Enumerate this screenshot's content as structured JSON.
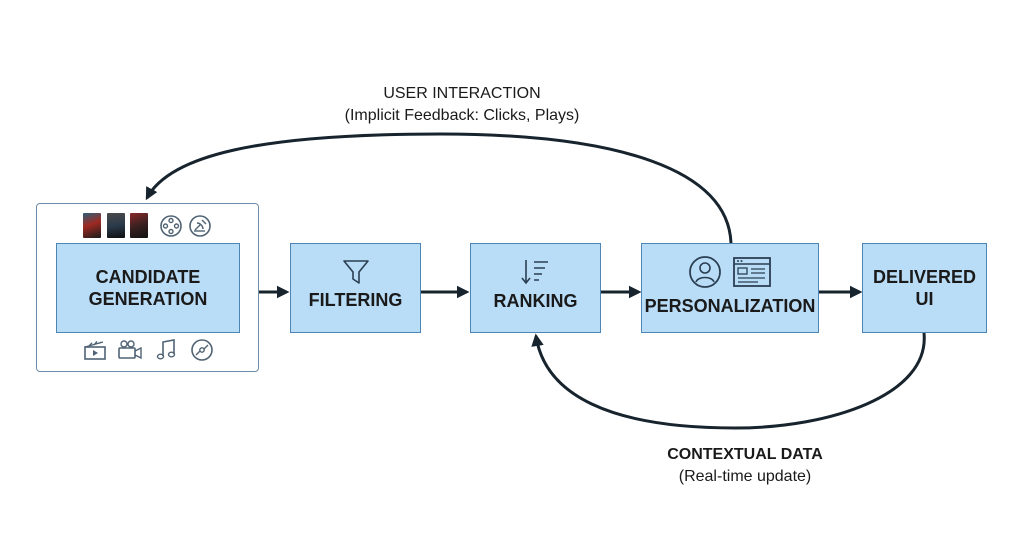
{
  "diagram": {
    "nodes": {
      "candidate_generation": {
        "line1": "CANDIDATE",
        "line2": "GENERATION"
      },
      "filtering": {
        "label": "FILTERING"
      },
      "ranking": {
        "label": "RANKING"
      },
      "personalization": {
        "label": "PERSONALIZATION"
      },
      "delivered_ui": {
        "line1": "DELIVERED",
        "line2": "UI"
      }
    },
    "feedback_top": {
      "title": "USER INTERACTION",
      "subtitle": "(Implicit Feedback: Clicks, Plays)"
    },
    "feedback_bottom": {
      "title": "CONTEXTUAL DATA",
      "subtitle": "(Real-time update)"
    },
    "candidate_sources_top": [
      "movie-poster-icon",
      "movie-poster-icon",
      "movie-poster-icon",
      "film-reel-icon",
      "satellite-dish-icon"
    ],
    "candidate_sources_bottom": [
      "clapperboard-icon",
      "video-camera-icon",
      "music-note-icon",
      "vinyl-record-icon"
    ]
  },
  "colors": {
    "node_fill": "#b9dcf7",
    "node_border": "#4d86b4",
    "arrow": "#17242e",
    "group_border": "#6f8da6"
  }
}
